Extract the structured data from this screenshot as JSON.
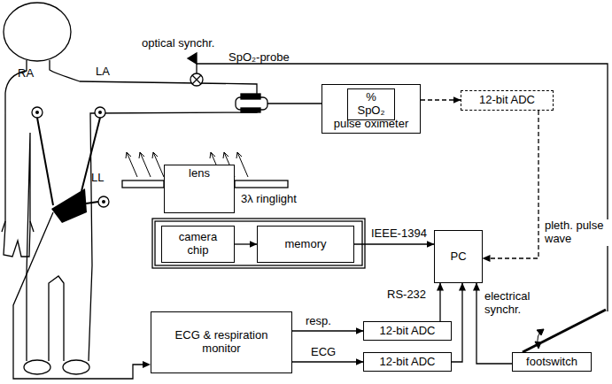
{
  "diagram": {
    "nodes": [
      {
        "text": [
          "pulse oximeter"
        ]
      },
      {
        "text": [
          "% SpO₂"
        ],
        "in": 0
      },
      {
        "text": [
          "12-bit ADC"
        ]
      },
      {
        "text": [
          "lens"
        ]
      },
      {
        "text": [
          "camera chip"
        ]
      },
      {
        "text": [
          "memory"
        ]
      },
      {
        "text": [
          "PC"
        ]
      },
      {
        "text": [
          "ECG & respiration monitor"
        ]
      },
      {
        "text": [
          "12-bit ADC"
        ]
      },
      {
        "text": [
          "12-bit ADC"
        ]
      },
      {
        "text": [
          "footswitch"
        ]
      }
    ],
    "edges": [
      {
        "from": 0,
        "to": 2,
        "arrow": "to"
      },
      {
        "from": 2,
        "to": 6,
        "label": "pleth. pulse wave",
        "arrow": "to"
      },
      {
        "from": 4,
        "to": 5,
        "arrow": "to"
      },
      {
        "from": 5,
        "to": 6,
        "label": "IEEE-1394",
        "arrow": "to"
      },
      {
        "from": 7,
        "to": 8,
        "label": "resp.",
        "arrow": "to"
      },
      {
        "from": 7,
        "to": 9,
        "label": "ECG",
        "arrow": "to"
      },
      {
        "from": 8,
        "to": 6,
        "label": "RS-232",
        "arrow": "to"
      },
      {
        "from": 9,
        "to": 6,
        "arrow": "to"
      },
      {
        "from": 10,
        "to": 6,
        "label": "electrical synchr.",
        "arrow": "to"
      }
    ],
    "labels": [
      "RA",
      "LA",
      "LL",
      "optical synchr.",
      "SpO₂-probe",
      "3λ ringlight"
    ]
  }
}
